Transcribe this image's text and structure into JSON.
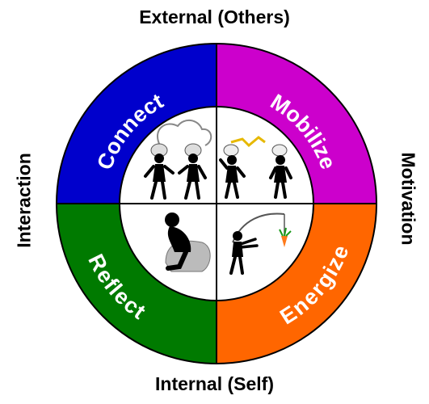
{
  "axes": {
    "top": "External (Others)",
    "bottom": "Internal (Self)",
    "left": "Interaction",
    "right": "Motivation"
  },
  "quadrants": [
    {
      "label": "Connect",
      "color": "#0000cc",
      "icon": "two-figures-thought-bubble-icon"
    },
    {
      "label": "Mobilize",
      "color": "#cc00cc",
      "icon": "two-figures-lightning-icon"
    },
    {
      "label": "Reflect",
      "color": "#007a00",
      "icon": "thinker-figure-icon"
    },
    {
      "label": "Energize",
      "color": "#ff6600",
      "icon": "figure-chasing-carrot-icon"
    }
  ]
}
